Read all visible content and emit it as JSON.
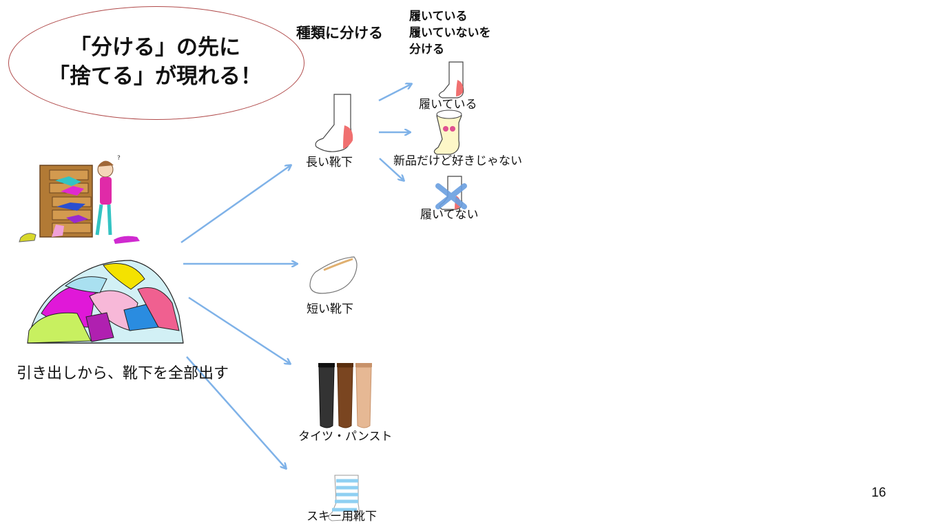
{
  "callout": {
    "line1": "「分ける」の先に",
    "line2": "「捨てる」が現れる！"
  },
  "headings": {
    "sort_by_type": "種類に分ける",
    "worn_line1": "履いている",
    "worn_line2": "履いていないを",
    "worn_line3": "分ける"
  },
  "caption": "引き出しから、靴下を全部出す",
  "categories": {
    "long": "長い靴下",
    "short": "短い靴下",
    "tights": "タイツ・パンスト",
    "ski": "スキー用靴下"
  },
  "subcategories": {
    "worn": "履いている",
    "new_disliked": "新品だけど好きじゃない",
    "not_worn": "履いてない"
  },
  "page_number": "16",
  "colors": {
    "arrow": "#7fb2e8",
    "ellipse": "#b04a4a",
    "cross": "#6a9fe0"
  }
}
